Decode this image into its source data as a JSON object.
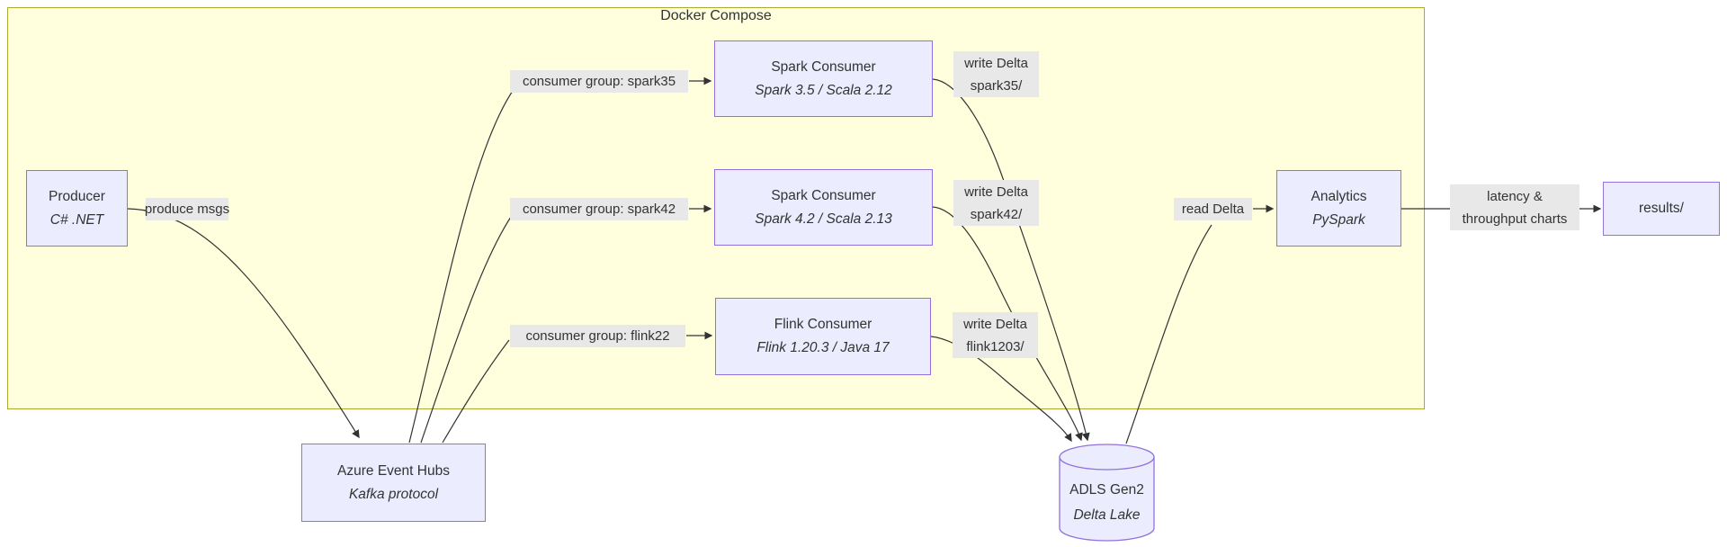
{
  "diagram": {
    "container_label": "Docker Compose",
    "colors": {
      "cluster_fill": "#ffffde",
      "cluster_border": "#aaaa33",
      "node_fill": "#ececff",
      "node_border": "#9370db",
      "edge_label_bg": "#e8e8e8",
      "edge_stroke": "#333333",
      "text": "#333333"
    },
    "nodes": {
      "producer": {
        "title": "Producer",
        "subtitle": "C# .NET"
      },
      "spark35": {
        "title": "Spark Consumer",
        "subtitle": "Spark 3.5 / Scala 2.12"
      },
      "spark42": {
        "title": "Spark Consumer",
        "subtitle": "Spark 4.2 / Scala 2.13"
      },
      "flink": {
        "title": "Flink Consumer",
        "subtitle": "Flink 1.20.3 / Java 17"
      },
      "eventhubs": {
        "title": "Azure Event Hubs",
        "subtitle": "Kafka protocol"
      },
      "adls": {
        "title": "ADLS Gen2",
        "subtitle": "Delta Lake"
      },
      "analytics": {
        "title": "Analytics",
        "subtitle": "PySpark"
      },
      "results": {
        "title": "results/"
      }
    },
    "edges": {
      "produce_msgs": {
        "label": "produce msgs"
      },
      "cg_spark35": {
        "label": "consumer group: spark35"
      },
      "cg_spark42": {
        "label": "consumer group: spark42"
      },
      "cg_flink22": {
        "label": "consumer group: flink22"
      },
      "write_spark35": {
        "line1": "write Delta",
        "line2": "spark35/"
      },
      "write_spark42": {
        "line1": "write Delta",
        "line2": "spark42/"
      },
      "write_flink": {
        "line1": "write Delta",
        "line2": "flink1203/"
      },
      "read_delta": {
        "label": "read Delta"
      },
      "latency": {
        "line1": "latency &",
        "line2": "throughput charts"
      }
    }
  }
}
